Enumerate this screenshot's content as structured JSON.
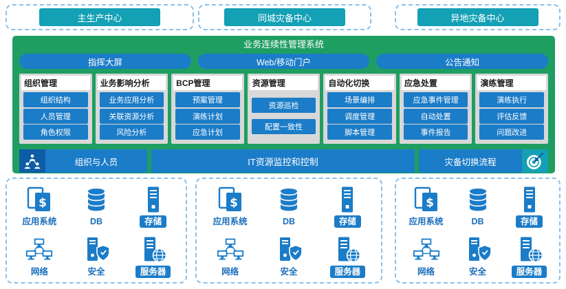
{
  "colors": {
    "teal": "#14a0b5",
    "green": "#1f9e62",
    "blue": "#1b7cc8",
    "dark_blue": "#0e5ca6",
    "gray": "#d8d8d8",
    "dash": "#8bbfe8",
    "label_blue": "#1a6fbd"
  },
  "top_centers": [
    {
      "label": "主生产中心"
    },
    {
      "label": "同城灾备中心"
    },
    {
      "label": "异地灾备中心"
    }
  ],
  "system": {
    "title": "业务连续性管理系统",
    "portals": [
      "指挥大屏",
      "Web/移动门户",
      "公告通知"
    ],
    "columns": [
      {
        "header": "组织管理",
        "items": [
          "组织结构",
          "人员管理",
          "角色权限"
        ]
      },
      {
        "header": "业务影响分析",
        "items": [
          "业务应用分析",
          "关联资源分析",
          "风险分析"
        ]
      },
      {
        "header": "BCP管理",
        "items": [
          "预案管理",
          "演练计划",
          "应急计划"
        ]
      },
      {
        "header": "资源管理",
        "items": [
          "资源巡检",
          "配置一致性"
        ]
      },
      {
        "header": "自动化切换",
        "items": [
          "场景编排",
          "调度管理",
          "脚本管理"
        ]
      },
      {
        "header": "应急处置",
        "items": [
          "应急事件管理",
          "自动处置",
          "事件报告"
        ]
      },
      {
        "header": "演练管理",
        "items": [
          "演练执行",
          "评估反馈",
          "问题改进"
        ]
      }
    ],
    "bars": {
      "org_people": "组织与人员",
      "it_monitor": "IT资源监控和控制",
      "dr_switch": "灾备切换流程"
    }
  },
  "infrastructure": {
    "items": [
      {
        "label": "应用系统",
        "icon": "app-system-icon",
        "highlighted": false
      },
      {
        "label": "DB",
        "icon": "database-icon",
        "highlighted": false
      },
      {
        "label": "存储",
        "icon": "storage-icon",
        "highlighted": true
      },
      {
        "label": "网络",
        "icon": "network-icon",
        "highlighted": false
      },
      {
        "label": "安全",
        "icon": "security-icon",
        "highlighted": false
      },
      {
        "label": "服务器",
        "icon": "server-icon",
        "highlighted": true
      }
    ]
  }
}
